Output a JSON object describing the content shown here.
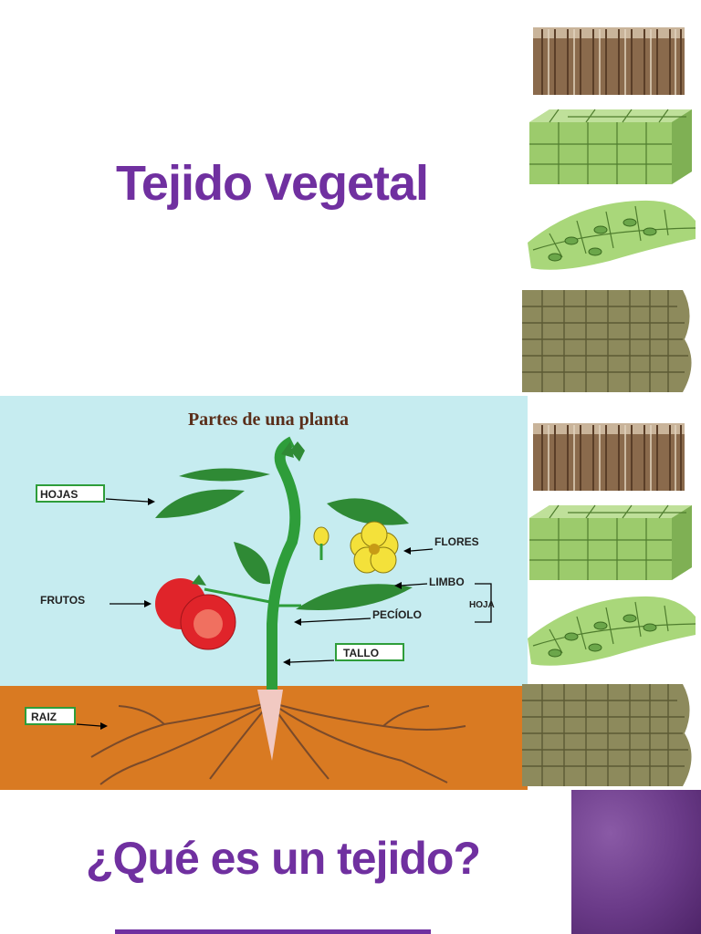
{
  "slide": {
    "title": "Tejido vegetal",
    "question": "¿Qué es un tejido?"
  },
  "diagram": {
    "title": "Partes de una planta",
    "labels": {
      "hojas": "HOJAS",
      "flores": "FLORES",
      "limbo": "LIMBO",
      "frutos": "FRUTOS",
      "hoja": "HOJA",
      "peciolo": "PECÍOLO",
      "tallo": "TALLO",
      "raiz": "RAIZ"
    }
  },
  "tissues": [
    "wood-fiber-tissue",
    "parenchyma-tissue",
    "epidermis-tissue",
    "cork-tissue"
  ],
  "colors": {
    "accent": "#7030a0",
    "sky": "#c6ecf0",
    "soil": "#d97a22",
    "stem": "#2e9d3a"
  }
}
